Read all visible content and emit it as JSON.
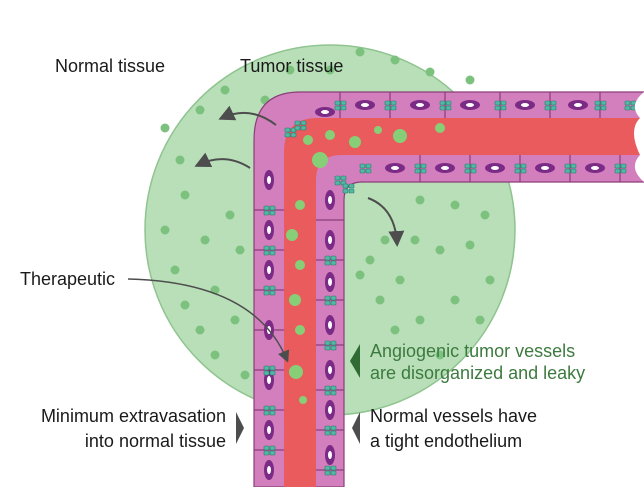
{
  "labels": {
    "normal_tissue": "Normal tissue",
    "tumor_tissue": "Tumor tissue",
    "therapeutic": "Therapeutic",
    "angiogenic_line1": "Angiogenic tumor vessels",
    "angiogenic_line2": "are disorganized and leaky",
    "minimum_line1": "Minimum extravasation",
    "minimum_line2": "into normal tissue",
    "normal_vessels_line1": "Normal vessels have",
    "normal_vessels_line2": "a tight endothelium"
  },
  "colors": {
    "tumor_fill": "#b9dfb9",
    "tumor_stroke": "#8fc48f",
    "tumor_dot": "#7cc27e",
    "cell_fill": "#d37fbd",
    "cell_stroke": "#8a3f78",
    "nucleus": "#7b2a86",
    "lumen": "#ea5b5e",
    "junction": "#4fb9a4",
    "therapeutic_particle": "#86cf76",
    "arrow": "#4d4d4d",
    "pointer_green": "#2f6b33",
    "pointer_gray": "#4d4d4d"
  }
}
